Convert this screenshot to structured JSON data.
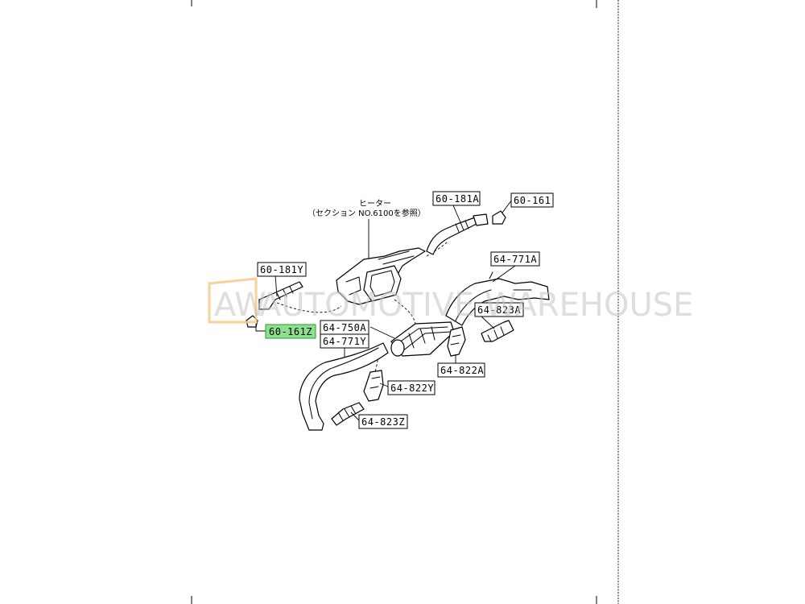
{
  "heater_note": {
    "line1": "ヒーター",
    "line2": "（セクション NO.6100を参照）"
  },
  "callouts": [
    {
      "id": "60-181A",
      "text": "60-181A",
      "highlighted": false
    },
    {
      "id": "60-161",
      "text": "60-161",
      "highlighted": false
    },
    {
      "id": "64-771A",
      "text": "64-771A",
      "highlighted": false
    },
    {
      "id": "64-823A",
      "text": "64-823A",
      "highlighted": false
    },
    {
      "id": "60-181Y",
      "text": "60-181Y",
      "highlighted": false
    },
    {
      "id": "60-161Z",
      "text": "60-161Z",
      "highlighted": true
    },
    {
      "id": "64-750A",
      "text": "64-750A",
      "highlighted": false
    },
    {
      "id": "64-771Y",
      "text": "64-771Y",
      "highlighted": false
    },
    {
      "id": "64-822A",
      "text": "64-822A",
      "highlighted": false
    },
    {
      "id": "64-822Y",
      "text": "64-822Y",
      "highlighted": false
    },
    {
      "id": "64-823Z",
      "text": "64-823Z",
      "highlighted": false
    }
  ],
  "watermark": {
    "logo": "AW",
    "text": "AUTOMOTIVE WAREHOUSE"
  },
  "colors": {
    "highlight_fill": "#8ee08e",
    "highlight_stroke": "#2e9a2e",
    "watermark_logo": "#f3c98a"
  }
}
